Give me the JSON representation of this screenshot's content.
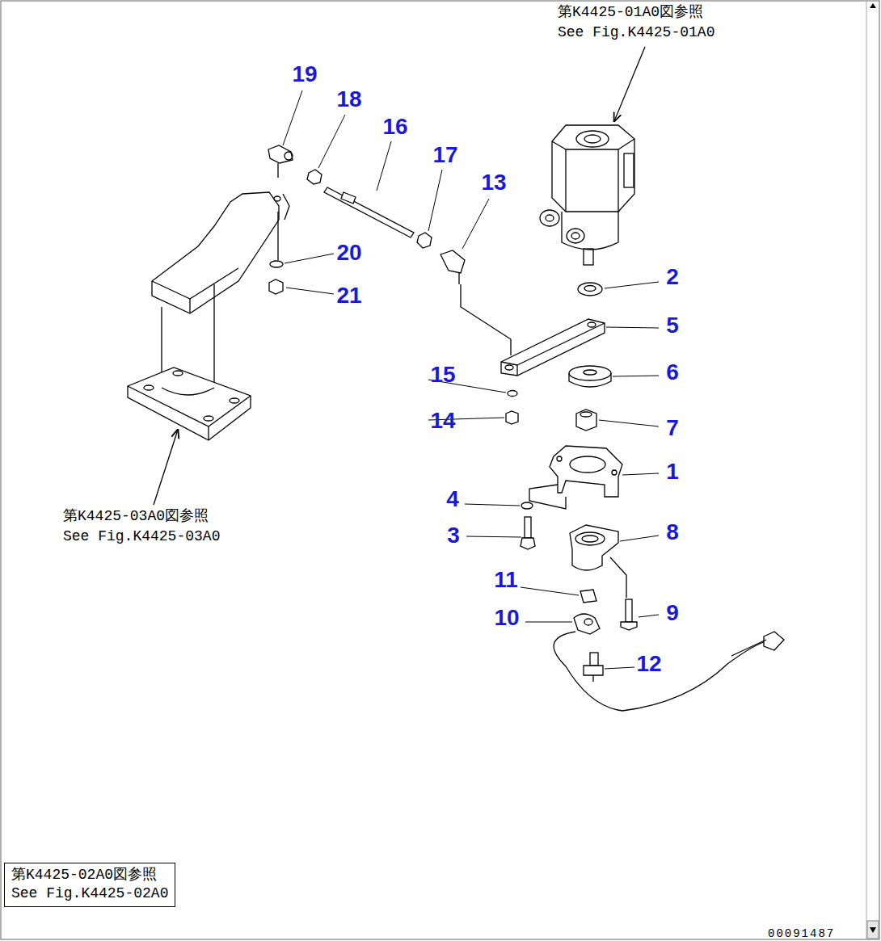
{
  "diagram": {
    "nodes": [
      {
        "text": [
          "第K4425-02A0図参照",
          "See Fig.K4425-02A0"
        ]
      }
    ],
    "labels": [
      "第K4425-01A0図参照",
      "See Fig.K4425-01A0",
      "19",
      "18",
      "16",
      "17",
      "13",
      "2",
      "5",
      "20",
      "21",
      "15",
      "6",
      "14",
      "7",
      "1",
      "4",
      "3",
      "8",
      "11",
      "10",
      "9",
      "12",
      "第K4425-03A0図参照",
      "See Fig.K4425-03A0",
      "00091487"
    ]
  }
}
